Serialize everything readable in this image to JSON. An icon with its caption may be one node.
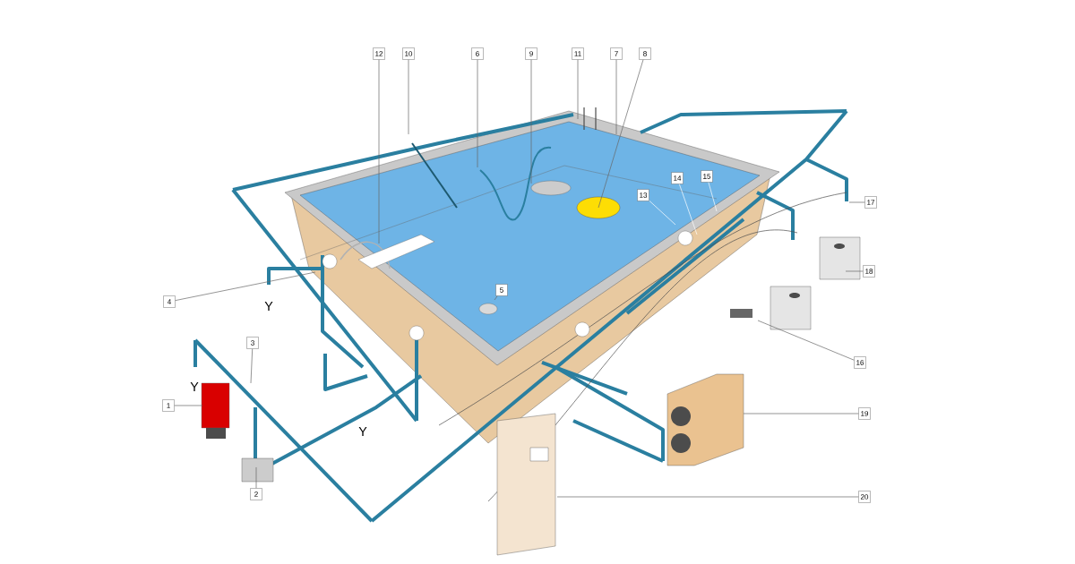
{
  "diagram": {
    "nodes": [
      {
        "text": [
          "1"
        ]
      },
      {
        "text": [
          "2"
        ]
      },
      {
        "text": [
          "3"
        ]
      },
      {
        "text": [
          "4"
        ]
      },
      {
        "text": [
          "5"
        ]
      },
      {
        "text": [
          "6"
        ]
      },
      {
        "text": [
          "7"
        ]
      },
      {
        "text": [
          "8"
        ]
      },
      {
        "text": [
          "9"
        ]
      },
      {
        "text": [
          "10"
        ]
      },
      {
        "text": [
          "11"
        ]
      },
      {
        "text": [
          "12"
        ]
      },
      {
        "text": [
          "13"
        ]
      },
      {
        "text": [
          "14"
        ]
      },
      {
        "text": [
          "15"
        ]
      },
      {
        "text": [
          "16"
        ]
      },
      {
        "text": [
          "17"
        ]
      },
      {
        "text": [
          "18"
        ]
      },
      {
        "text": [
          "19"
        ]
      },
      {
        "text": [
          "20"
        ]
      }
    ],
    "edges": [
      {
        "from": 0,
        "to": null,
        "arrow": "none"
      },
      {
        "from": 1,
        "to": null,
        "arrow": "none"
      },
      {
        "from": 2,
        "to": null,
        "arrow": "none"
      },
      {
        "from": 3,
        "to": null,
        "arrow": "none"
      },
      {
        "from": 4,
        "to": null,
        "arrow": "none"
      },
      {
        "from": 5,
        "to": null,
        "arrow": "none"
      },
      {
        "from": 6,
        "to": null,
        "arrow": "none"
      },
      {
        "from": 7,
        "to": null,
        "arrow": "none"
      },
      {
        "from": 8,
        "to": null,
        "arrow": "none"
      },
      {
        "from": 9,
        "to": null,
        "arrow": "none"
      },
      {
        "from": 10,
        "to": null,
        "arrow": "none"
      },
      {
        "from": 11,
        "to": null,
        "arrow": "none"
      },
      {
        "from": 12,
        "to": null,
        "arrow": "none",
        "color": "#ffffff"
      },
      {
        "from": 13,
        "to": null,
        "arrow": "none",
        "color": "#ffffff"
      },
      {
        "from": 14,
        "to": null,
        "arrow": "none",
        "color": "#ffffff"
      },
      {
        "from": 15,
        "to": null,
        "arrow": "none"
      },
      {
        "from": 16,
        "to": null,
        "arrow": "none"
      },
      {
        "from": 17,
        "to": null,
        "arrow": "none"
      },
      {
        "from": 18,
        "to": null,
        "arrow": "none"
      },
      {
        "from": 19,
        "to": null,
        "arrow": "none"
      }
    ],
    "labels": [
      "Y",
      "Y",
      "Y"
    ]
  }
}
